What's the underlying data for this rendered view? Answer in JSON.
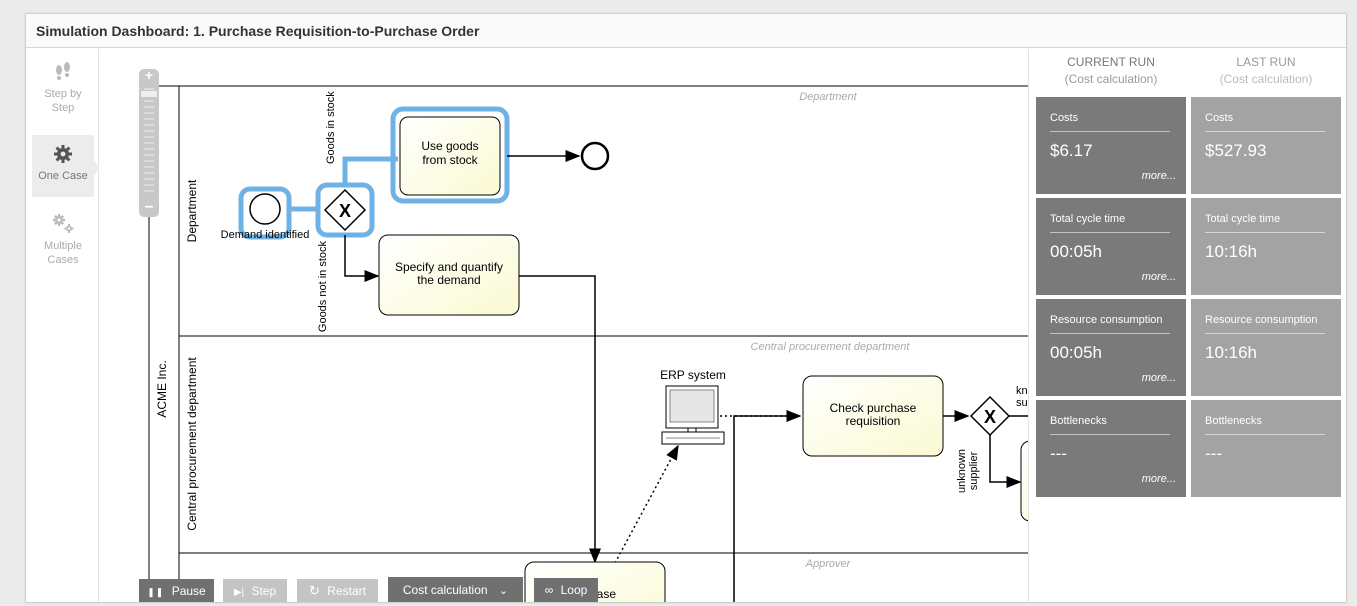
{
  "window": {
    "title": "Simulation Dashboard: 1. Purchase Requisition-to-Purchase Order"
  },
  "modes": [
    {
      "label": "Step by Step",
      "icon": "footsteps-icon",
      "active": false
    },
    {
      "label": "One Case",
      "icon": "gear-icon",
      "active": true
    },
    {
      "label": "Multiple Cases",
      "icon": "gears-icon",
      "active": false
    }
  ],
  "diagram": {
    "pool_label": "ACME Inc.",
    "lanes": [
      {
        "label": "Department",
        "header": "Department"
      },
      {
        "label": "Central procurement department",
        "header": "Central procurement department"
      },
      {
        "label": "",
        "header": "Approver"
      }
    ],
    "start_event_label": "Demand identified",
    "gateway_symbol": "X",
    "flow_in_stock": "Goods in stock",
    "flow_not_in_stock": "Goods not in stock",
    "task_use_goods": "Use goods from stock",
    "task_specify": "Specify and quantify the demand",
    "system_label": "ERP system",
    "task_check": "Check purchase requisition",
    "flow_known_supplier": "known supplier",
    "flow_unknown_supplier": "unknown supplier",
    "task_partial": "rchase requisition"
  },
  "toolbar": {
    "pause": "Pause",
    "step": "Step",
    "restart": "Restart",
    "mode_select": "Cost calculation",
    "loop": "Loop"
  },
  "results": {
    "current_header": "CURRENT RUN",
    "current_sub": "(Cost calculation)",
    "last_header": "LAST RUN",
    "last_sub": "(Cost calculation)",
    "more_label": "more...",
    "metrics": [
      {
        "label": "Costs",
        "current": "$6.17",
        "last": "$527.93"
      },
      {
        "label": "Total cycle time",
        "current": "00:05h",
        "last": "10:16h"
      },
      {
        "label": "Resource consumption",
        "current": "00:05h",
        "last": "10:16h"
      },
      {
        "label": "Bottlenecks",
        "current": "---",
        "last": "---"
      }
    ]
  }
}
